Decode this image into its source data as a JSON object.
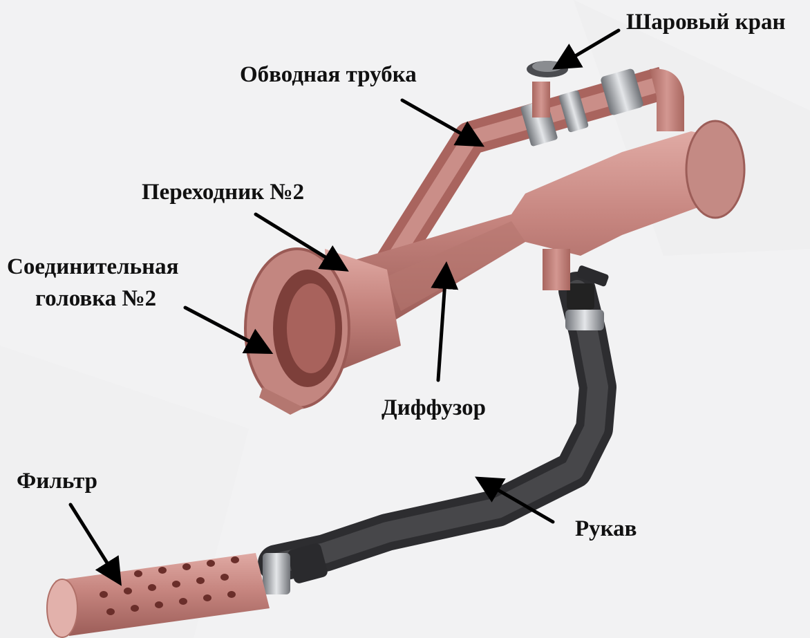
{
  "labels": {
    "ball_valve": "Шаровый кран",
    "bypass_tube": "Обводная трубка",
    "adapter": "Переходник №2",
    "coupling_line1": "Соединительная",
    "coupling_line2": "головка №2",
    "diffuser": "Диффузор",
    "filter": "Фильтр",
    "hose": "Рукав"
  },
  "colors": {
    "background": "#f2f2f3",
    "copper_body": "#c6857f",
    "copper_shadow": "#9c5d58",
    "hose": "#3d3d40",
    "steel": "#b9bcc0",
    "arrow": "#000000"
  }
}
